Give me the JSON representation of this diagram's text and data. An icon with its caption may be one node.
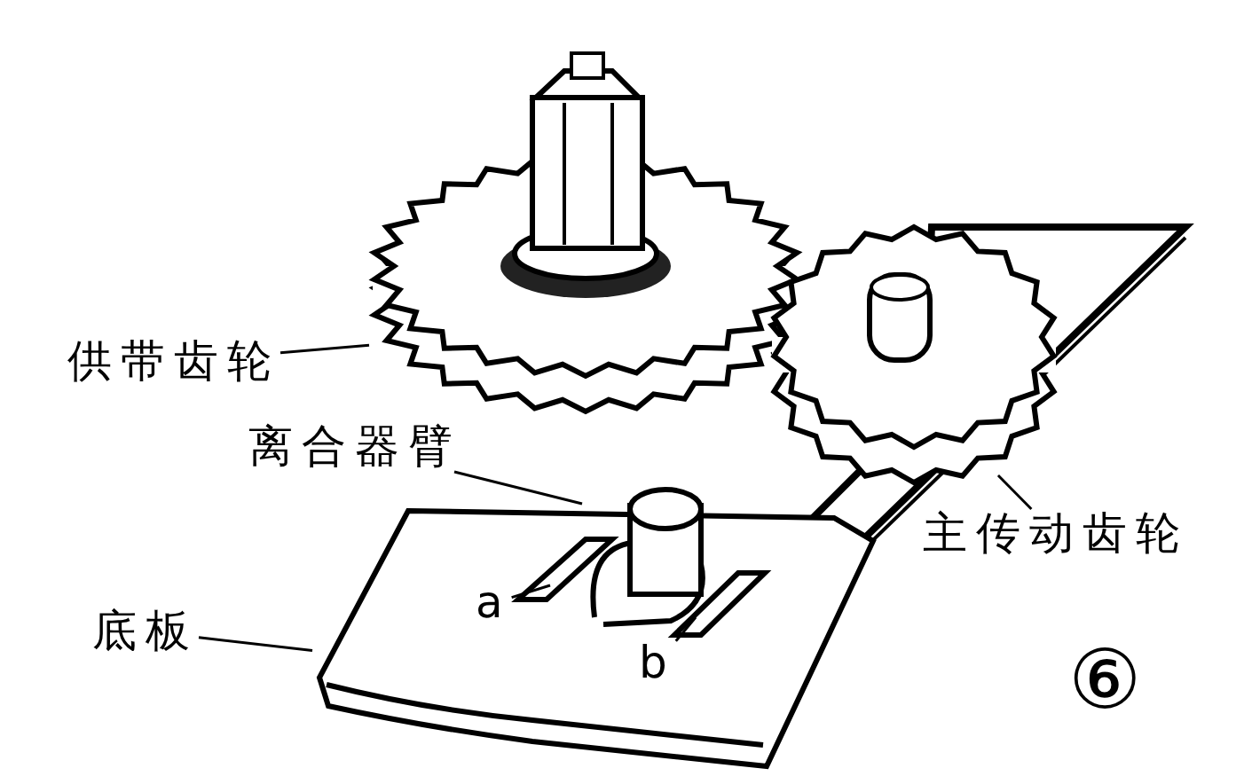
{
  "diagram": {
    "nodes": [
      {
        "text": [
          "供带齿轮"
        ]
      },
      {
        "text": [
          "离合器臂"
        ]
      },
      {
        "text": [
          "主传动齿轮"
        ]
      },
      {
        "text": [
          "底板"
        ]
      },
      {
        "text": [
          "a"
        ],
        "in": 9
      },
      {
        "text": [
          "b"
        ],
        "in": 9
      },
      {
        "text": [],
        "shape": "picture"
      },
      {
        "text": [],
        "shape": "picture"
      },
      {
        "text": [],
        "shape": "picture"
      },
      {
        "text": [],
        "shape": "picture"
      },
      {
        "text": [],
        "shape": "picture",
        "in": 9
      },
      {
        "text": [],
        "shape": "picture",
        "in": 9
      }
    ],
    "edges": [
      {
        "from": 0,
        "to": 6,
        "arrow": "none"
      },
      {
        "from": 1,
        "to": 7,
        "arrow": "none"
      },
      {
        "from": 2,
        "to": 8,
        "arrow": "none"
      },
      {
        "from": 3,
        "to": 9,
        "arrow": "none"
      },
      {
        "from": 4,
        "to": 10,
        "arrow": "none"
      },
      {
        "from": 5,
        "to": 11,
        "arrow": "none"
      }
    ],
    "labels": [
      "⑥"
    ]
  }
}
